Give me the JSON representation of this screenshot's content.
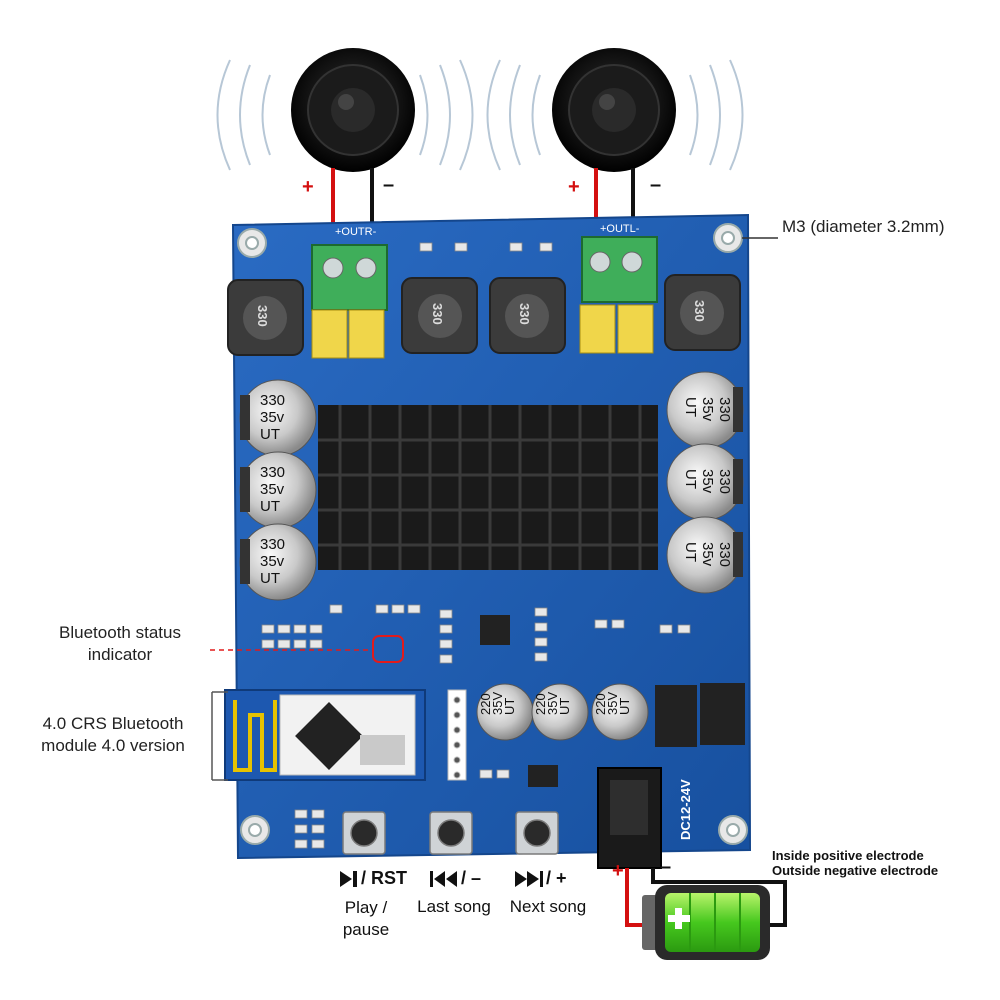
{
  "annotations": {
    "mount_hole": "M3 (diameter 3.2mm)",
    "bt_status_line1": "Bluetooth status",
    "bt_status_line2": "indicator",
    "bt_module_line1": "4.0 CRS Bluetooth",
    "bt_module_line2": "module 4.0 version",
    "battery_line1": "Inside positive electrode",
    "battery_line2": "Outside negative electrode"
  },
  "buttons": [
    {
      "symbol_text": "/ RST",
      "caption_line1": "Play /",
      "caption_line2": "pause"
    },
    {
      "symbol_text": "/ –",
      "caption_line1": "Last song",
      "caption_line2": ""
    },
    {
      "symbol_text": "/ +",
      "caption_line1": "Next song",
      "caption_line2": ""
    }
  ],
  "board": {
    "output_label": "+OUTR-",
    "output_label_right": "+OUTL-",
    "inductor_text": "330",
    "cap_values": [
      "330",
      "35v",
      "UT"
    ],
    "small_cap_values": [
      "220",
      "35V",
      "UT"
    ],
    "power_label": "DC12-24V",
    "pcb_color": "#1f5fb4",
    "heatsink_color": "#1a1a1a"
  },
  "polarity": {
    "plus": "+",
    "minus": "–"
  }
}
